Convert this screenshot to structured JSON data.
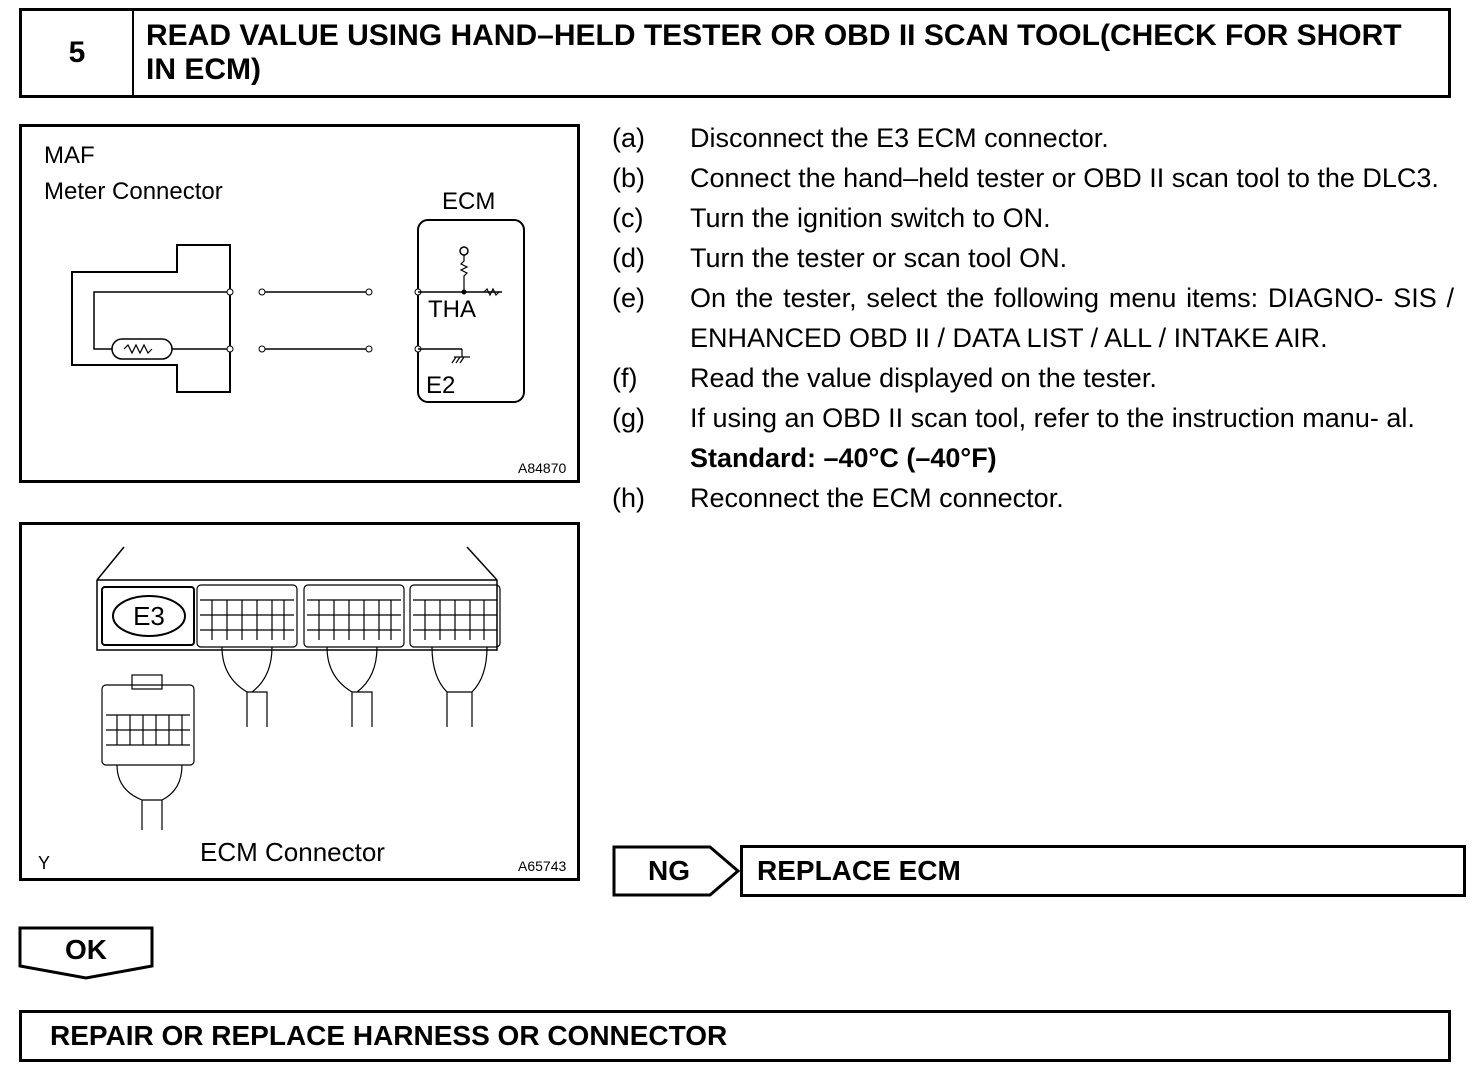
{
  "header": {
    "step_number": "5",
    "title": "READ VALUE USING HAND–HELD TESTER OR OBD II SCAN TOOL(CHECK FOR SHORT IN ECM)"
  },
  "figure1": {
    "label_line1": "MAF",
    "label_line2": "Meter Connector",
    "ecm_label": "ECM",
    "tha_label": "THA",
    "e2_label": "E2",
    "code": "A84870"
  },
  "figure2": {
    "connector_badge": "E3",
    "caption": "ECM Connector",
    "corner_mark": "Y",
    "code": "A65743"
  },
  "steps": [
    {
      "letter": "(a)",
      "text": "Disconnect the E3 ECM connector."
    },
    {
      "letter": "(b)",
      "text": "Connect the hand–held tester or OBD II scan tool to the DLC3."
    },
    {
      "letter": "(c)",
      "text": "Turn the ignition switch to ON."
    },
    {
      "letter": "(d)",
      "text": "Turn the tester or scan tool ON."
    },
    {
      "letter": "(e)",
      "text": "On the tester, select the following menu items: DIAGNO- SIS / ENHANCED OBD II / DATA LIST / ALL / INTAKE AIR."
    },
    {
      "letter": "(f)",
      "text": "Read the value displayed on the tester."
    },
    {
      "letter": "(g)",
      "text": "If using an OBD II scan tool, refer to the instruction manu- al."
    },
    {
      "letter": "(h)",
      "text": "Reconnect the ECM connector."
    }
  ],
  "standard": "Standard: –40°C (–40°F)",
  "ng": {
    "label": "NG",
    "result": "REPLACE ECM"
  },
  "ok": {
    "label": "OK"
  },
  "final_action": "REPAIR OR REPLACE HARNESS OR CONNECTOR"
}
